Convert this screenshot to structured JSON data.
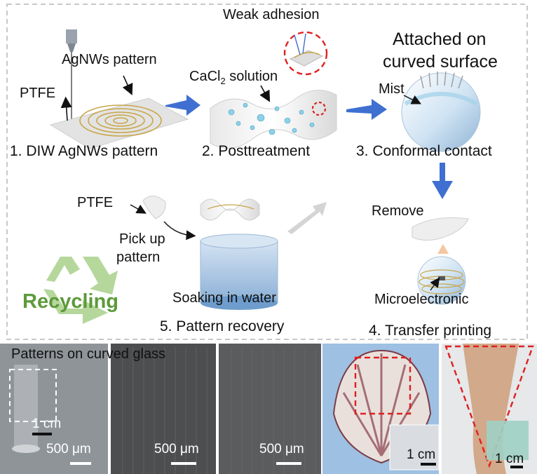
{
  "process": {
    "step1": "1. DIW AgNWs pattern",
    "step2": "2. Posttreatment",
    "step3": "3. Conformal contact",
    "step4": "4. Transfer printing",
    "step5": "5. Pattern recovery"
  },
  "annotations": {
    "agnws_pattern": "AgNWs pattern",
    "ptfe_top": "PTFE",
    "weak_adhesion": "Weak adhesion",
    "cacl2_prefix": "CaCl",
    "cacl2_sub": "2",
    "cacl2_suffix": " solution",
    "attached_line1": "Attached on",
    "attached_line2": "curved surface",
    "mist": "Mist",
    "remove": "Remove",
    "microelectronic": "Microelectronic",
    "ptfe_bottom": "PTFE",
    "pick_up_line1": "Pick up",
    "pick_up_line2": "pattern",
    "soaking": "Soaking in water",
    "recycling": "Recycling"
  },
  "photos": {
    "caption": "Patterns on curved glass",
    "panel1_scale_cm": "1 cm",
    "panel1_scale_um": "500 μm",
    "panel2_scale_um": "500 μm",
    "panel3_scale_um": "500 μm",
    "panel4_scale_cm": "1 cm",
    "panel5_scale_cm": "1 cm"
  },
  "colors": {
    "arrow_blue": "#3f6fd1",
    "recycle_green": "#7cb44a",
    "recycling_text": "#5c9a3a",
    "highlight_red": "#e02020",
    "wire_gold": "#c9a64a"
  }
}
